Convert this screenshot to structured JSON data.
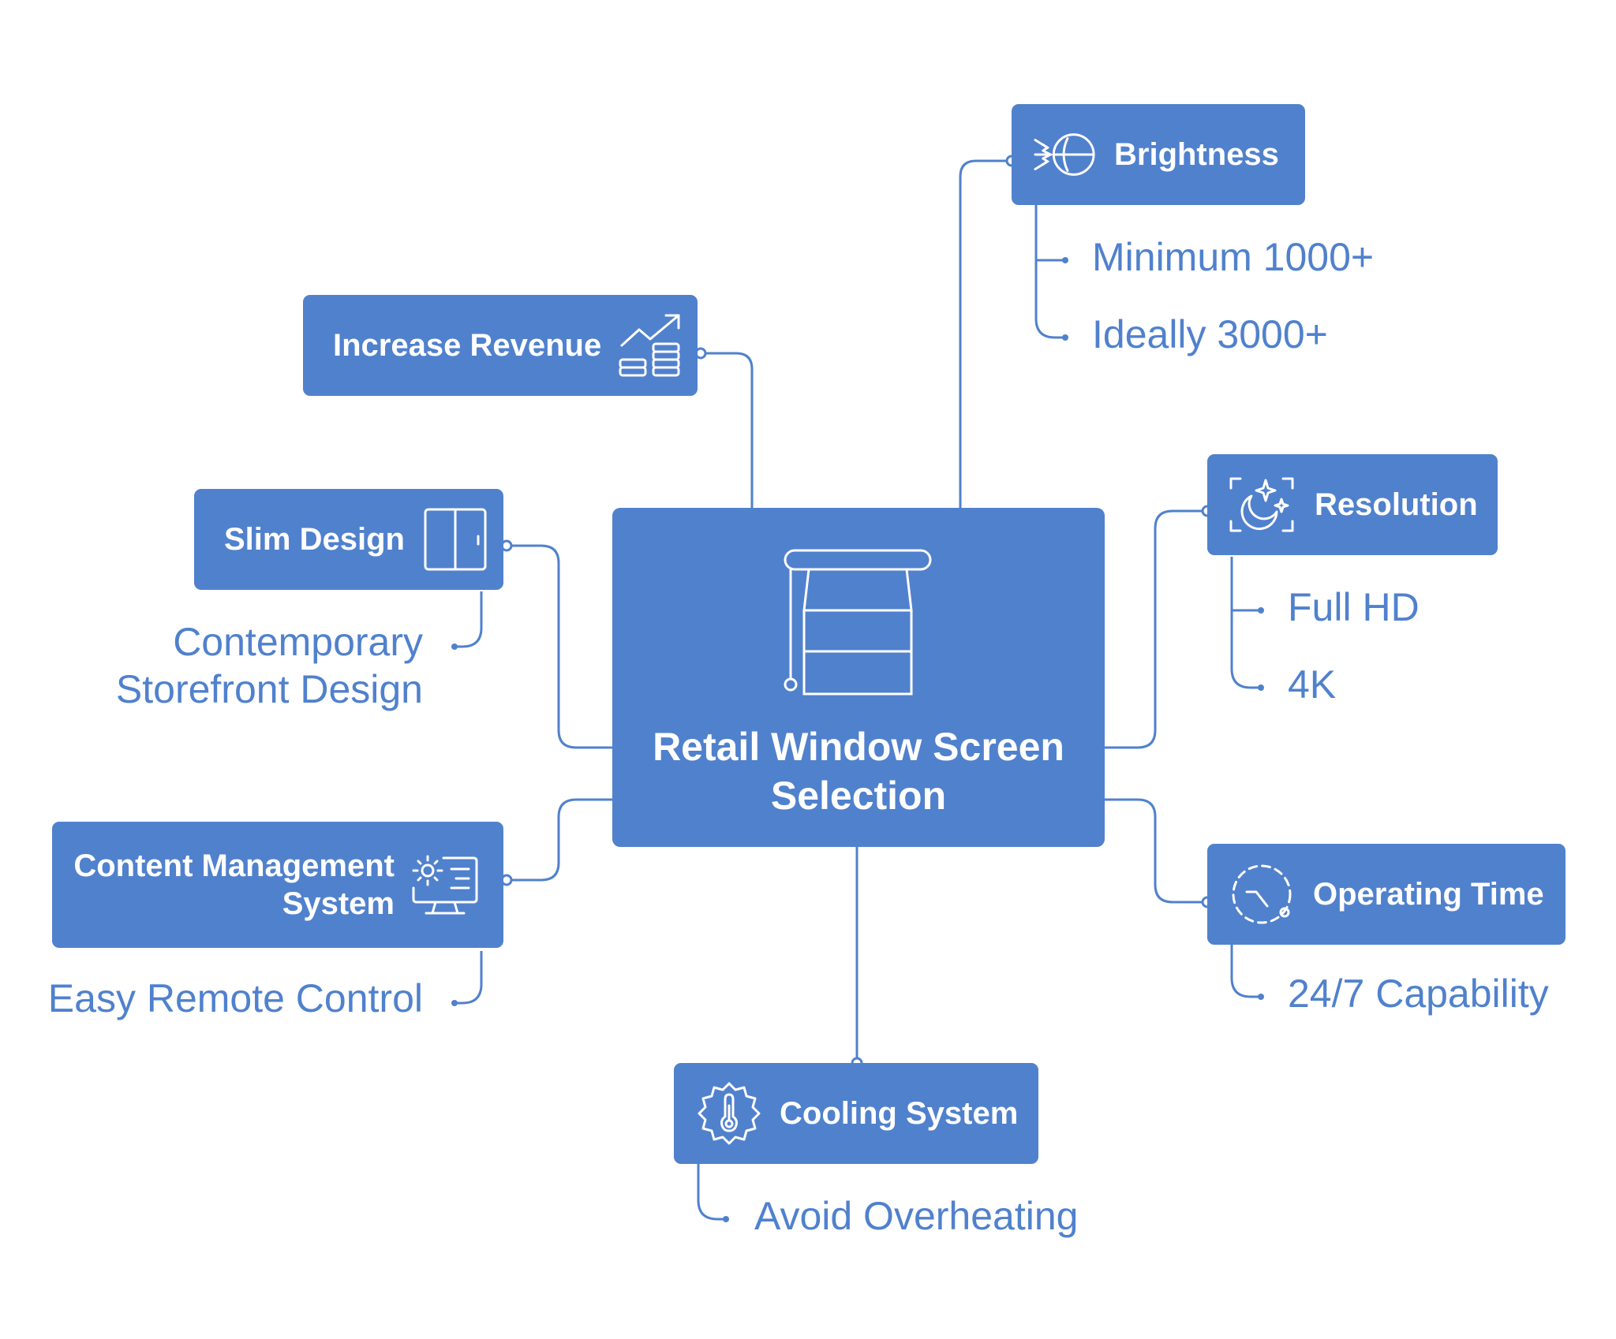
{
  "title": "Retail Window Screen Selection",
  "colors": {
    "accent": "#5081CD",
    "background": "#FFFFFF",
    "text_on_accent": "#FFFFFF"
  },
  "nodes": {
    "brightness": {
      "label": "Brightness",
      "icon": "brightness-beam-icon",
      "items": [
        "Minimum 1000+",
        "Ideally 3000+"
      ]
    },
    "increase_revenue": {
      "label": "Increase Revenue",
      "icon": "revenue-growth-icon"
    },
    "slim_design": {
      "label": "Slim Design",
      "icon": "slim-panel-icon",
      "items": [
        "Contemporary",
        "Storefront Design"
      ]
    },
    "resolution": {
      "label": "Resolution",
      "icon": "resolution-sparkle-icon",
      "items": [
        "Full HD",
        "4K"
      ]
    },
    "cms": {
      "label_line1": "Content Management",
      "label_line2": "System",
      "icon": "cms-monitor-gear-icon",
      "items": [
        "Easy Remote Control"
      ]
    },
    "operating_time": {
      "label": "Operating Time",
      "icon": "operating-clock-icon",
      "items": [
        "24/7 Capability"
      ]
    },
    "cooling": {
      "label": "Cooling System",
      "icon": "cooling-thermometer-icon",
      "items": [
        "Avoid Overheating"
      ]
    }
  },
  "center": {
    "title_line1": "Retail Window Screen",
    "title_line2": "Selection",
    "icon": "window-blind-icon"
  }
}
